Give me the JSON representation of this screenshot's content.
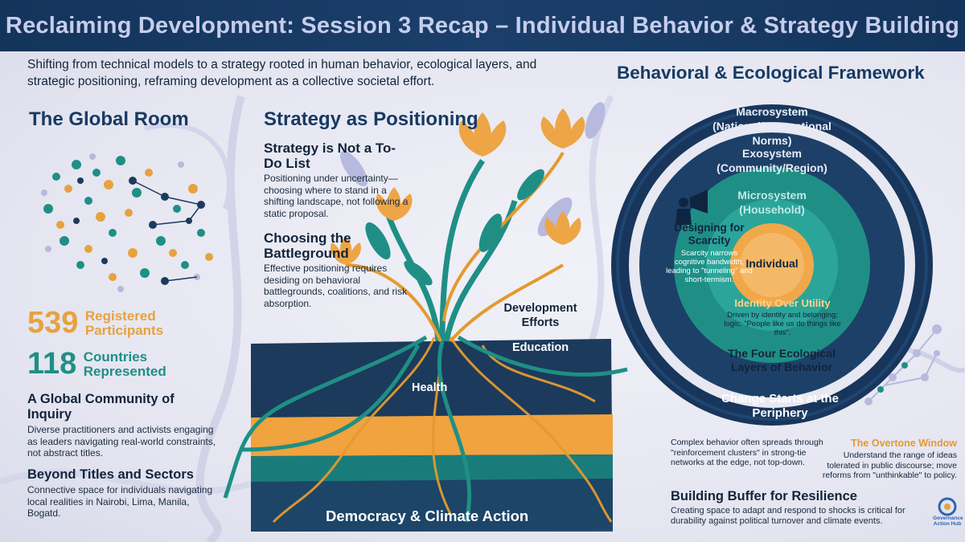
{
  "header": {
    "title": "Reclaiming Development: Session 3 Recap – Individual Behavior & Strategy Building"
  },
  "intro": {
    "text": "Shifting from technical models to a strategy rooted in human behavior, ecological layers, and strategic positioning, reframing development as a collective societal effort."
  },
  "global_room": {
    "title": "The Global Room",
    "stats": [
      {
        "value": "539",
        "label": "Registered Participants"
      },
      {
        "value": "118",
        "label": "Countries Represented"
      }
    ],
    "blocks": [
      {
        "title": "A Global Community of Inquiry",
        "body": "Diverse practitioners and activists engaging as leaders navigating real-world constraints, not abstract titles."
      },
      {
        "title": "Beyond Titles and Sectors",
        "body": "Connective space for individuals navigating local realities in Nairobi, Lima, Manila, Bogatd."
      }
    ]
  },
  "strategy": {
    "title": "Strategy as Positioning",
    "blocks": [
      {
        "title": "Strategy is Not a To-Do List",
        "body": "Positioning under uncertainty—choosing where to stand in a shifting landscape, not following a static proposal."
      },
      {
        "title": "Choosing the Battleground",
        "body": "Effective positioning requires desiding on behavioral battlegrounds, coalitions, and risk absorption."
      }
    ],
    "tree_labels": {
      "development": "Development Efforts",
      "health": "Health",
      "education": "Education",
      "democracy": "Democracy & Climate Action"
    }
  },
  "framework": {
    "title": "Behavioral & Ecological Framework",
    "rings": {
      "macro": "Macrosystem (National/International Norms)",
      "exo": "Exosystem (Community/Region)",
      "micro": "Microsystem (Household)",
      "individual": "Individual"
    },
    "scarcity": {
      "title": "Designing for Scarcity",
      "body": "Scarcity narrows cognitive bandwidth, leading to \"tunneling\" and short-termism."
    },
    "identity": {
      "title": "Identity Over Utility",
      "body": "Driven by identity and belonging; logic: \"People like us do things like this\"."
    },
    "four_layers": "The Four Ecological Layers of Behavior",
    "change": "Change Starts at the Periphery",
    "complex": {
      "body": "Complex behavior often spreads through \"reinforcement clusters\" in strong-tie networks at the edge, not top-down."
    },
    "overton": {
      "title": "The Overtone Window",
      "body": "Understand the range of ideas tolerated in public discourse; move reforms from \"unthinkable\" to policy."
    },
    "buffer": {
      "title": "Building Buffer for Resilience",
      "body": "Creating space to adapt and respond to shocks is critical for durability against political turnover and climate events."
    }
  },
  "logo": {
    "text": "Governance Action Hub"
  },
  "colors": {
    "navy": "#13345b",
    "teal": "#1f8f86",
    "orange": "#e7a23f",
    "lavender": "#c7cdec"
  },
  "icons": [
    "network-dots-icon",
    "megaphone-person-icon",
    "network-cluster-icon",
    "hub-logo-icon"
  ]
}
